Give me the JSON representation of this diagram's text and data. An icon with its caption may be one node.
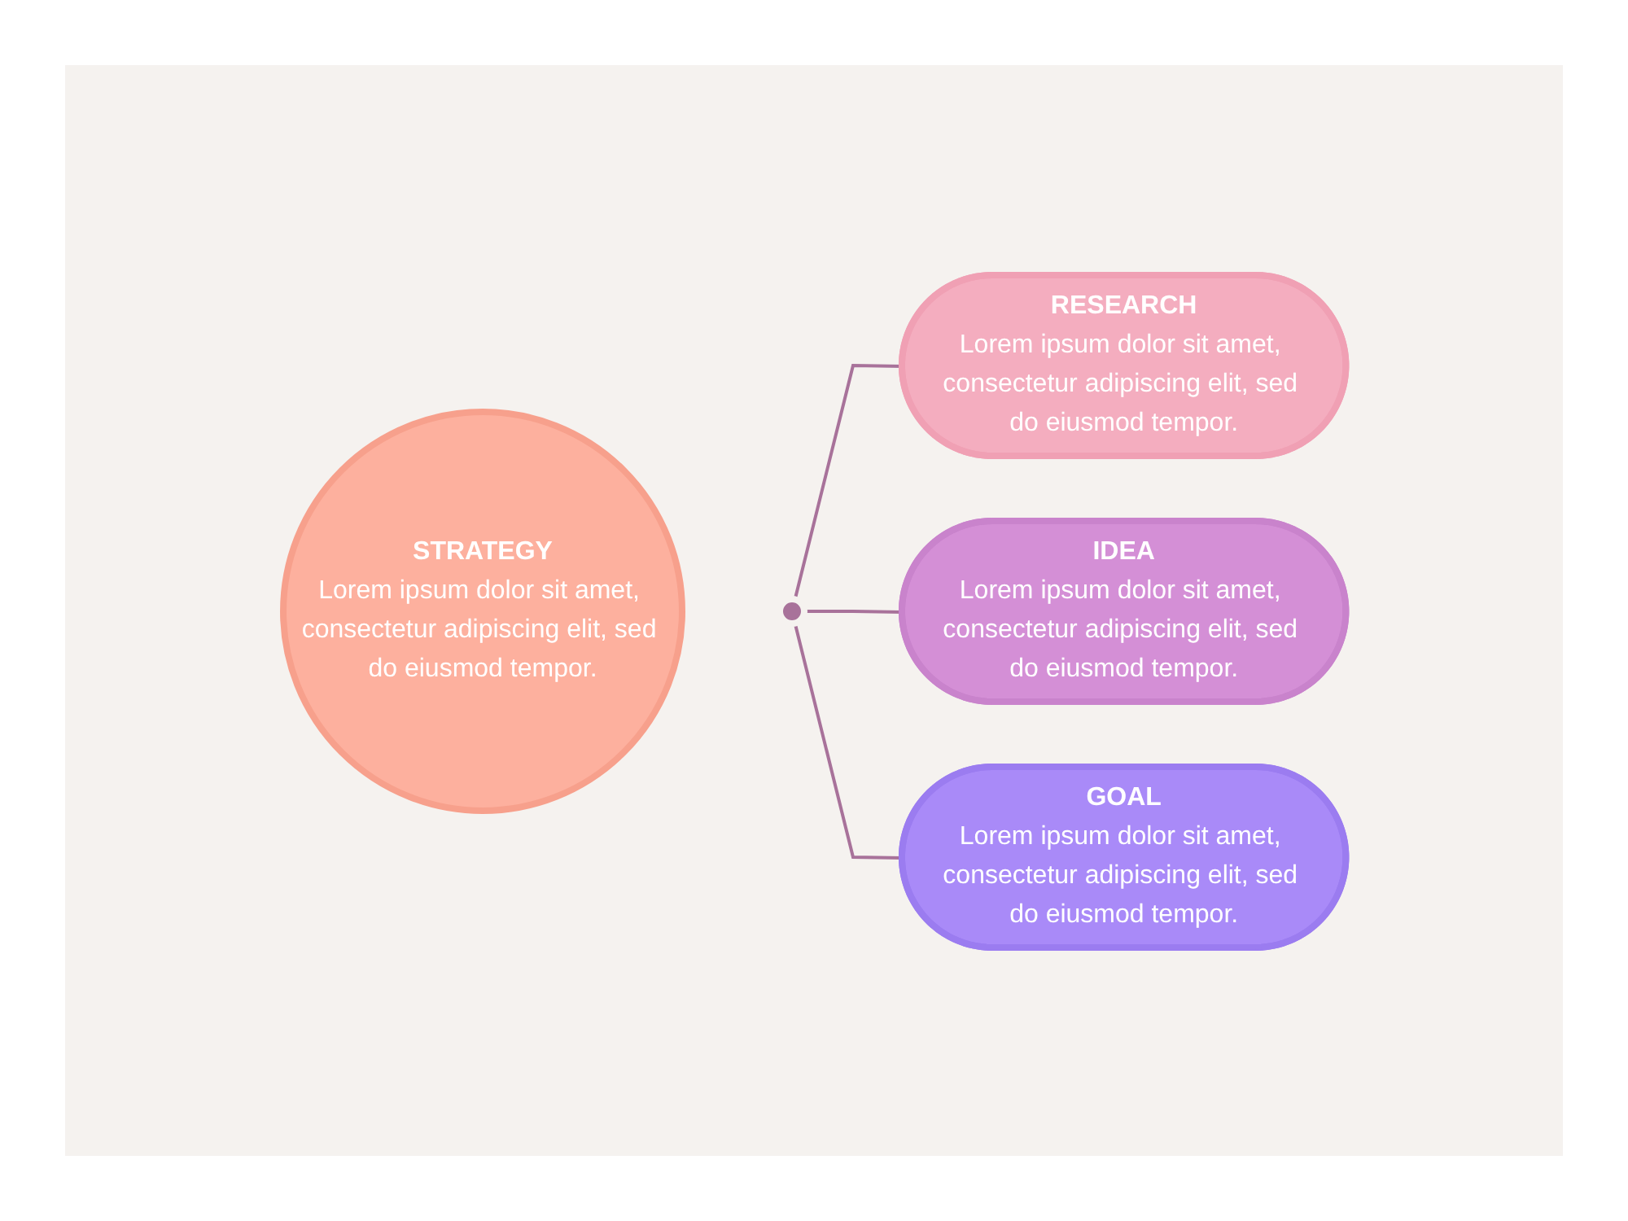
{
  "diagram": {
    "nodes": [
      {
        "text": [
          "STRATEGY",
          "Lorem ipsum dolor sit amet, consectetur adipiscing elit, sed do eiusmod tempor."
        ]
      },
      {
        "text": [],
        "shape": "circle"
      },
      {
        "text": [
          "RESEARCH",
          "Lorem ipsum dolor sit amet, consectetur adipiscing elit, sed do eiusmod tempor."
        ]
      },
      {
        "text": [
          "IDEA",
          "Lorem ipsum dolor sit amet, consectetur adipiscing elit, sed do eiusmod tempor."
        ]
      },
      {
        "text": [
          "GOAL",
          "Lorem ipsum dolor sit amet, consectetur adipiscing elit, sed do eiusmod tempor."
        ]
      }
    ],
    "edges": [
      {
        "from": 1,
        "to": 2,
        "arrow": "none"
      },
      {
        "from": 1,
        "to": 3,
        "arrow": "none"
      },
      {
        "from": 1,
        "to": 4,
        "arrow": "none"
      }
    ]
  }
}
